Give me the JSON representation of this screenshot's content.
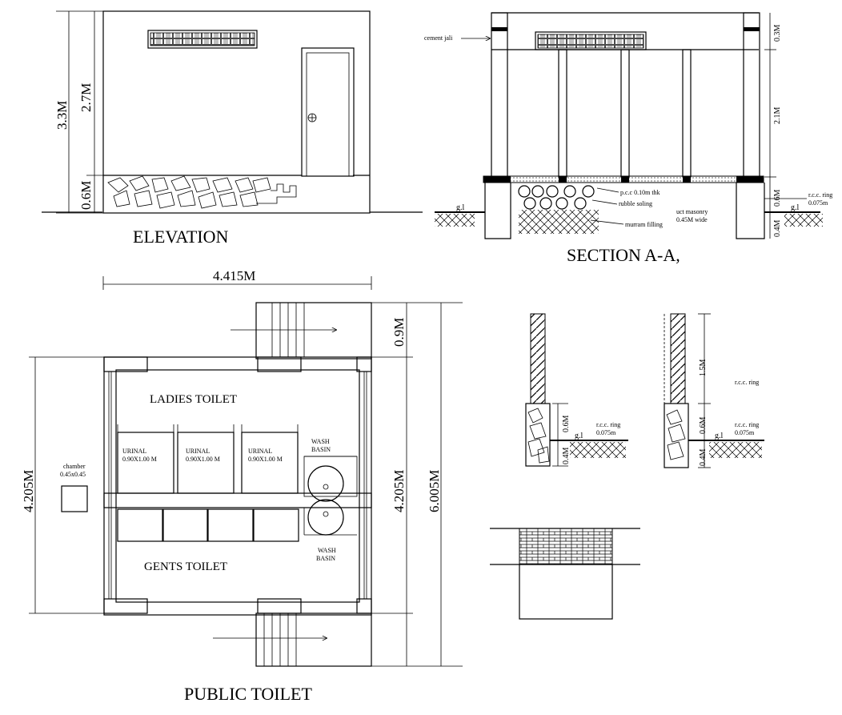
{
  "titles": {
    "elevation": "ELEVATION",
    "section": "SECTION A-A,",
    "plan": "PUBLIC TOILET"
  },
  "elevation": {
    "dim_total": "3.3M",
    "dim_upper": "2.7M",
    "dim_lower": "0.6M"
  },
  "section": {
    "note_cement_jali": "cement jali",
    "note_pcc": "p.c.c 0.10m thk",
    "note_rubble": "rubble soling",
    "note_murram": "murram filling",
    "note_masonry_1": "uct masonry",
    "note_masonry_2": "0.45M wide",
    "note_ring_1": "r.c.c. ring",
    "note_ring_2": "0.075m",
    "gl_left": "g.l",
    "gl_right": "g.l",
    "dim_top": "0.3M",
    "dim_mid": "2.1M",
    "dim_ring": "0.6M",
    "dim_found": "0.4M"
  },
  "plan": {
    "dim_width": "4.415M",
    "dim_left": "4.205M",
    "dim_right_top": "0.9M",
    "dim_right_mid": "4.205M",
    "dim_right_total": "6.005M",
    "ladies_label": "LADIES  TOILET",
    "gents_label": "GENTS  TOILET",
    "urinals": [
      {
        "name": "URINAL",
        "size": "0.90X1.00 M"
      },
      {
        "name": "URINAL",
        "size": "0.90X1.00 M"
      },
      {
        "name": "URINAL",
        "size": "0.90X1.00 M"
      }
    ],
    "wash_basin_top_1": "WASH",
    "wash_basin_top_2": "BASIN",
    "wash_basin_bottom_1": "WASH",
    "wash_basin_bottom_2": "BASIN",
    "chamber_1": "chamber",
    "chamber_2": "0.45x0.45"
  },
  "details": {
    "d1_ring_1": "r.c.c. ring",
    "d1_ring_2": "0.075m",
    "d1_gl": "g.l",
    "d1_dim_a": "0.6M",
    "d1_dim_b": "0.4M",
    "d2_ring_top": "r.c.c. ring",
    "d2_ring_1": "r.c.c. ring",
    "d2_ring_2": "0.075m",
    "d2_gl": "g.l",
    "d2_dim_top": "1.5M",
    "d2_dim_a": "0.6M",
    "d2_dim_b": "0.4M"
  }
}
